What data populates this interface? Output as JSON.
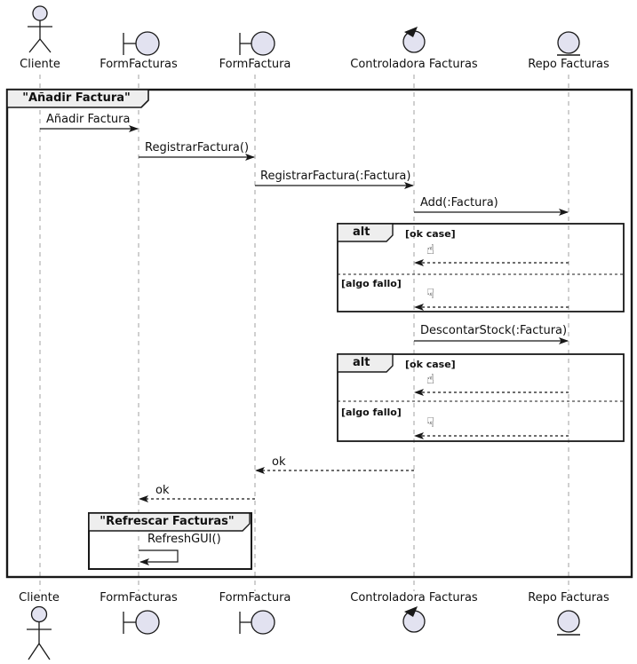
{
  "participants": [
    {
      "name": "Cliente",
      "type": "actor"
    },
    {
      "name": "FormFacturas",
      "type": "boundary"
    },
    {
      "name": "FormFactura",
      "type": "boundary"
    },
    {
      "name": "Controladora Facturas",
      "type": "control"
    },
    {
      "name": "Repo Facturas",
      "type": "entity"
    }
  ],
  "frames": {
    "outer": {
      "title": "\"Añadir Factura\""
    },
    "inner": {
      "title": "\"Refrescar Facturas\""
    },
    "alt1": {
      "operator": "alt",
      "guard_ok": "[ok case]",
      "guard_fail": "[algo fallo]"
    },
    "alt2": {
      "operator": "alt",
      "guard_ok": "[ok case]",
      "guard_fail": "[algo fallo]"
    }
  },
  "messages": {
    "anadir_factura": "Añadir Factura",
    "registrar_factura": "RegistrarFactura()",
    "registrar_factura_param": "RegistrarFactura(:Factura)",
    "add_factura": "Add(:Factura)",
    "descontar_stock": "DescontarStock(:Factura)",
    "ok1": "ok",
    "ok2": "ok",
    "refresh_gui": "RefreshGUI()"
  },
  "icons": {
    "thumbs_up": "☝",
    "thumbs_down": "☟"
  },
  "colors": {
    "participant_fill": "#E2E2F0",
    "stroke": "#181818",
    "frame_label_fill": "#EEEEEE",
    "lifeline": "#A0A0A0"
  }
}
